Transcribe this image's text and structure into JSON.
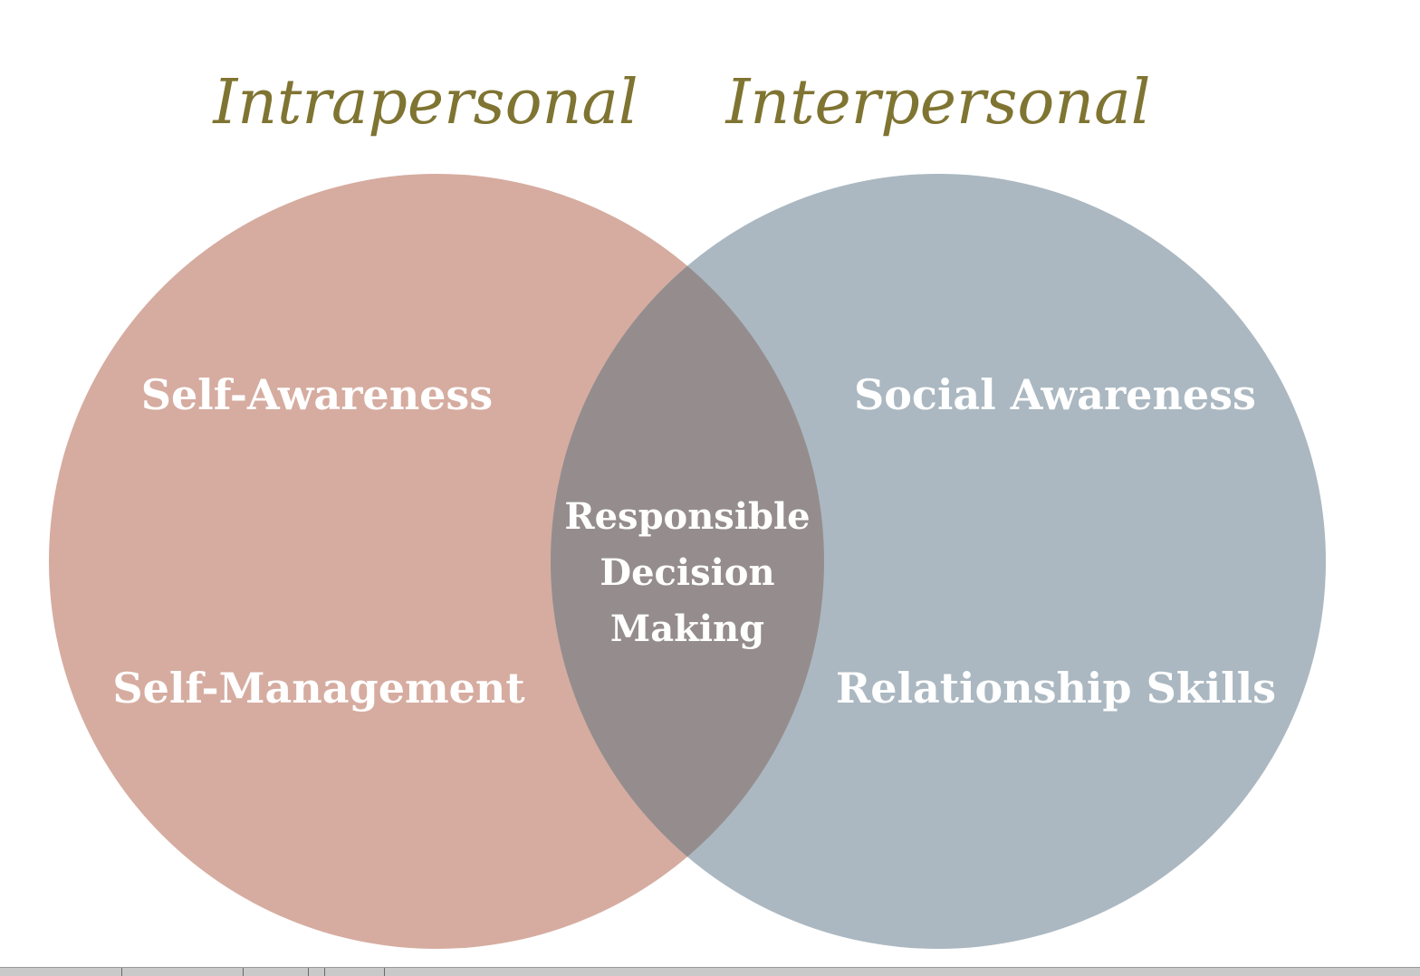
{
  "headings": {
    "left": "Intrapersonal",
    "right": "Interpersonal"
  },
  "regions": {
    "left_top": "Self-Awareness",
    "left_bottom": "Self-Management",
    "right_top": "Social Awareness",
    "right_bottom": "Relationship Skills",
    "overlap": [
      "Responsible",
      "Decision",
      "Making"
    ]
  },
  "colors": {
    "heading": "#7f7431",
    "left_circle": "#d6aca0",
    "right_circle": "#abb8c1",
    "overlap": "#958d8d",
    "label": "#ffffff"
  }
}
